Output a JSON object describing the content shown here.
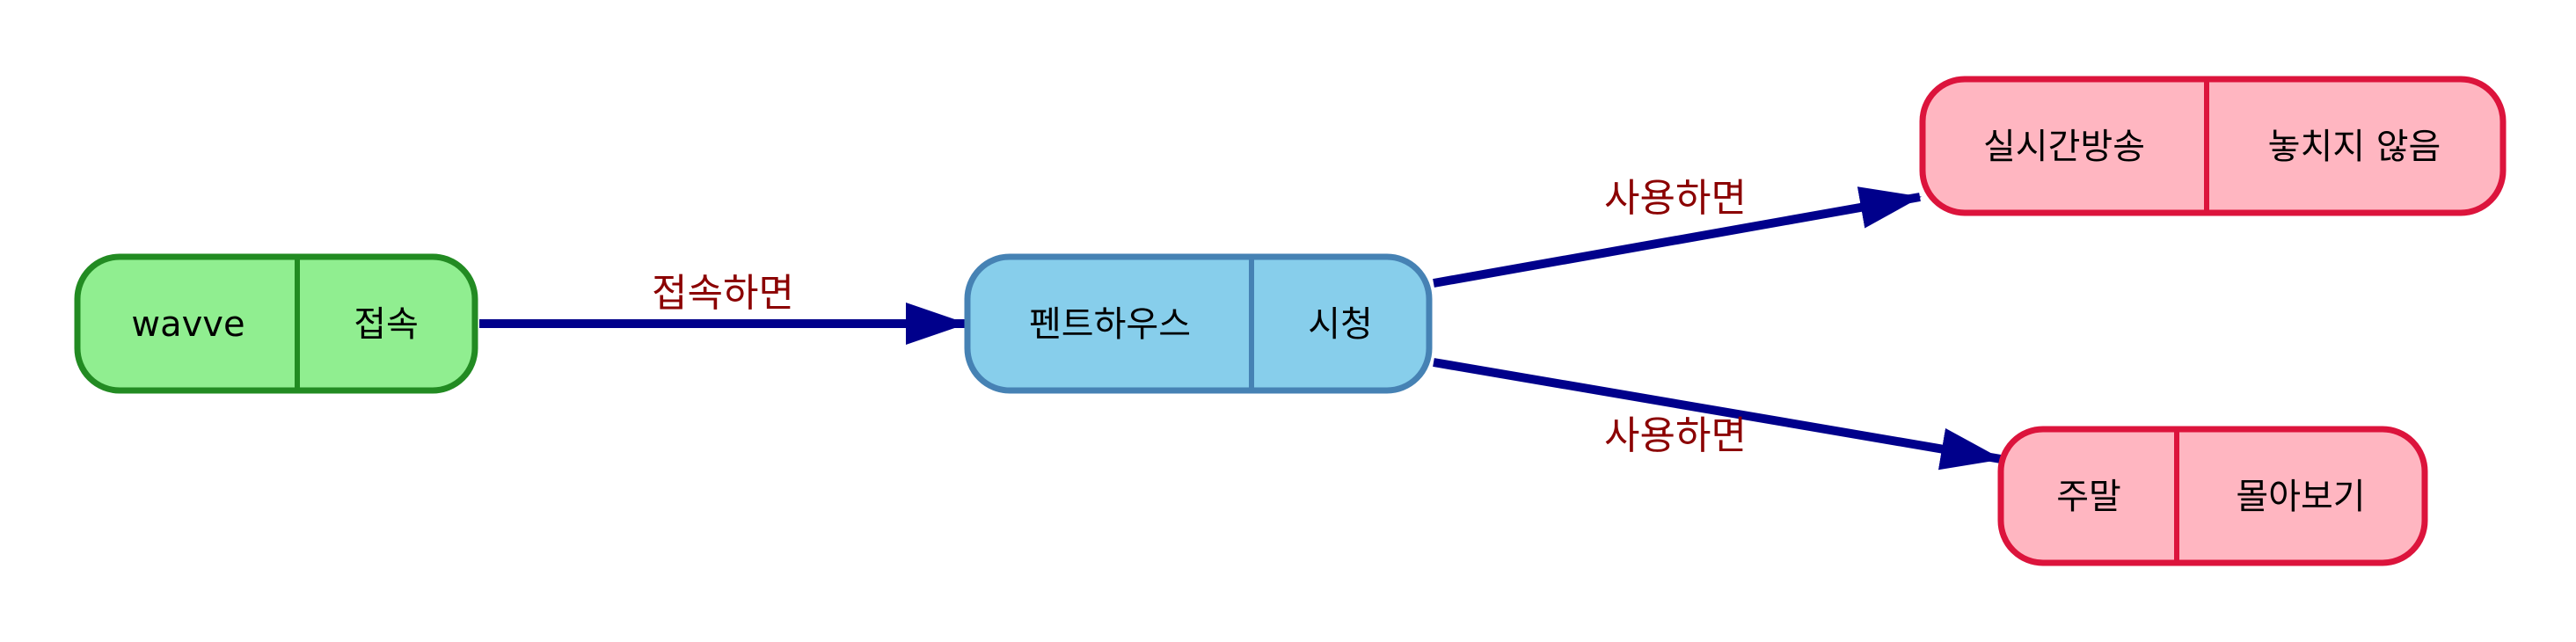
{
  "colors": {
    "edge": "#00008b",
    "edge_label": "#8b0000",
    "green_fill": "#90ee90",
    "green_stroke": "#228b22",
    "blue_fill": "#87ceeb",
    "blue_stroke": "#4682b4",
    "pink_fill": "#ffb6c1",
    "pink_stroke": "#dc143c"
  },
  "nodes": {
    "wavve": {
      "left": "wavve",
      "right": "접속"
    },
    "penthouse": {
      "left": "펜트하우스",
      "right": "시청"
    },
    "live": {
      "left": "실시간방송",
      "right": "놓치지 않음"
    },
    "weekend": {
      "left": "주말",
      "right": "몰아보기"
    }
  },
  "edges": {
    "wavve_to_penthouse": "접속하면",
    "penthouse_to_live": "사용하면",
    "penthouse_to_weekend": "사용하면"
  }
}
